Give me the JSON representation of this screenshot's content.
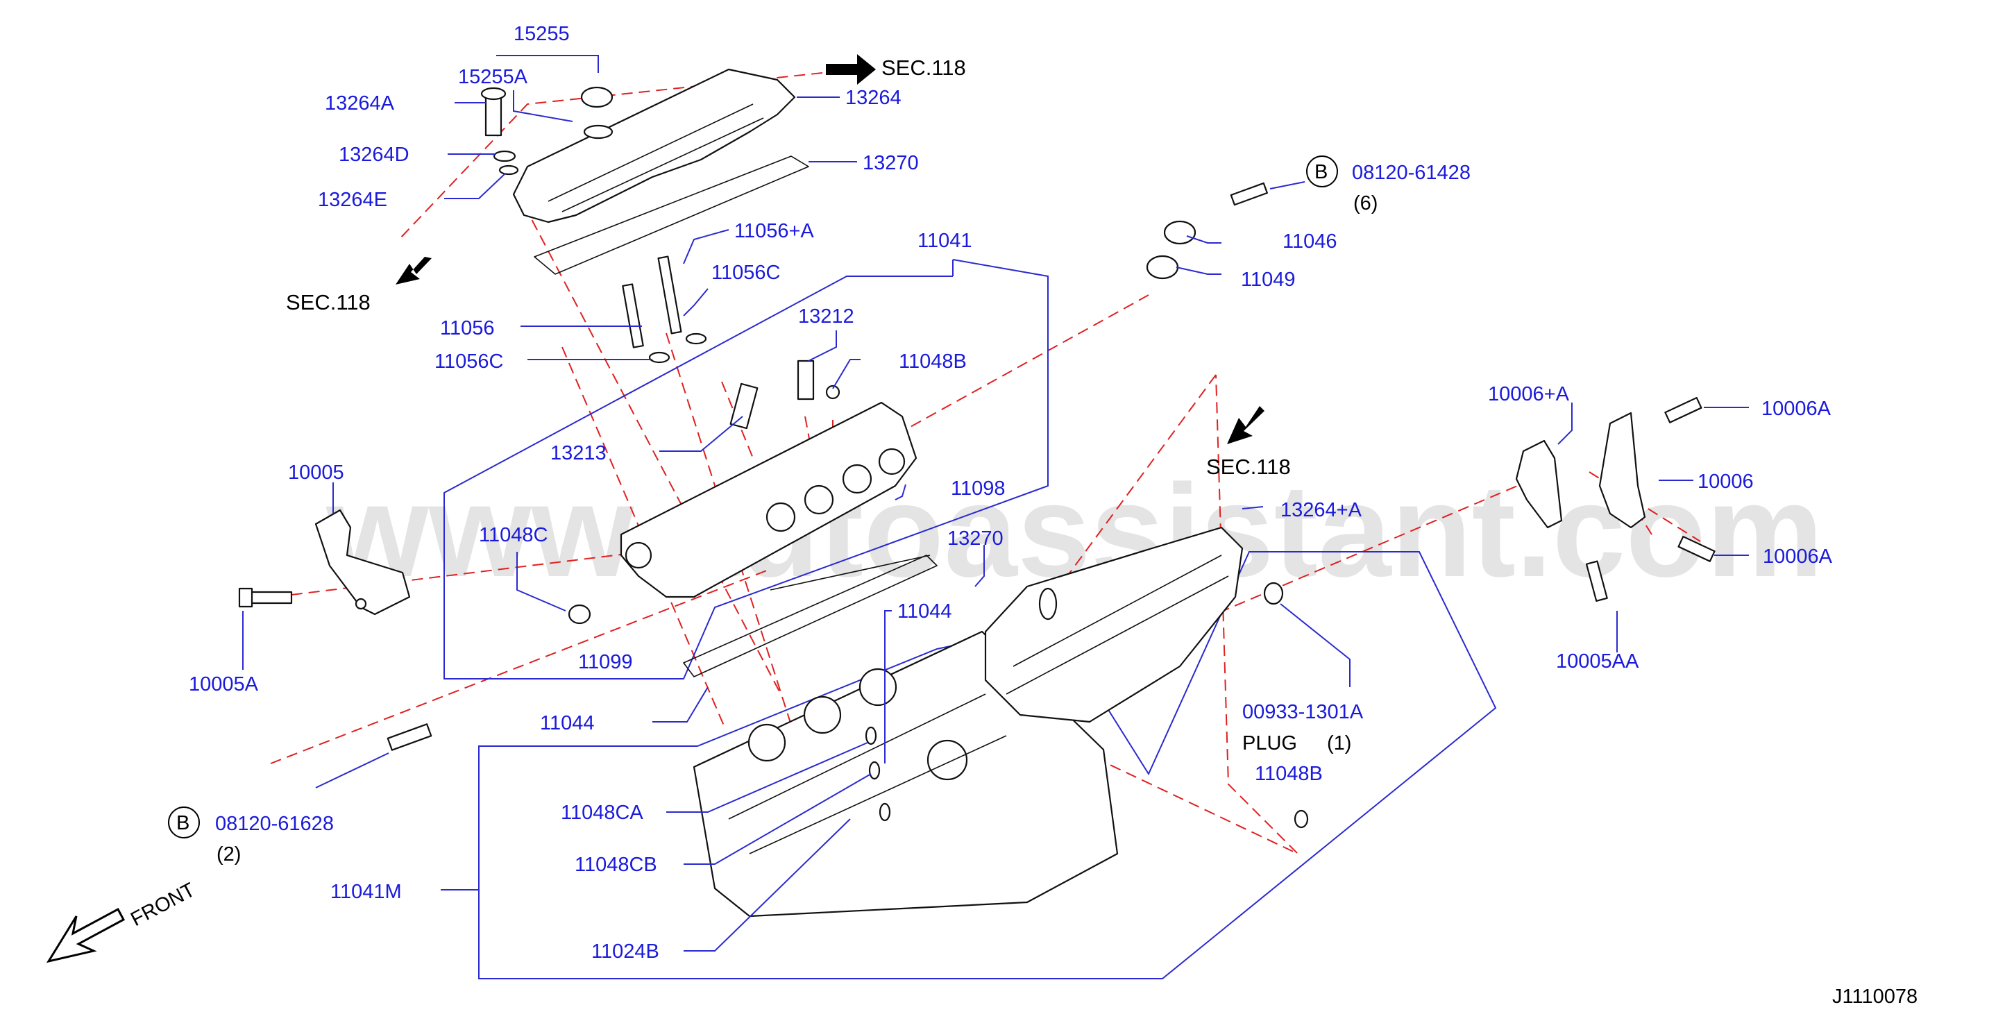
{
  "watermark": "www.autoassistant.com",
  "diagram_id": "J1110078",
  "front_label": "FRONT",
  "sec_labels": [
    "SEC.118",
    "SEC.118",
    "SEC.118"
  ],
  "bolt_refs": [
    {
      "badge": "B",
      "part_no": "08120-61428",
      "qty": "(6)"
    },
    {
      "badge": "B",
      "part_no": "08120-61628",
      "qty": "(2)"
    }
  ],
  "plug": {
    "part_no": "00933-1301A",
    "desc": "PLUG",
    "qty": "(1)"
  },
  "parts": [
    "15255",
    "15255A",
    "13264A",
    "13264D",
    "13264E",
    "13264",
    "13270",
    "11056+A",
    "11056C",
    "11056",
    "11056C",
    "11041",
    "13212",
    "11048B",
    "13213",
    "11046",
    "11049",
    "10006+A",
    "10006A",
    "10006",
    "10006A",
    "10005",
    "11098",
    "13264+A",
    "11048C",
    "13270",
    "11044",
    "10005AA",
    "10005A",
    "11099",
    "11044",
    "11048B",
    "11048CA",
    "11048CB",
    "11041M",
    "11024B"
  ]
}
